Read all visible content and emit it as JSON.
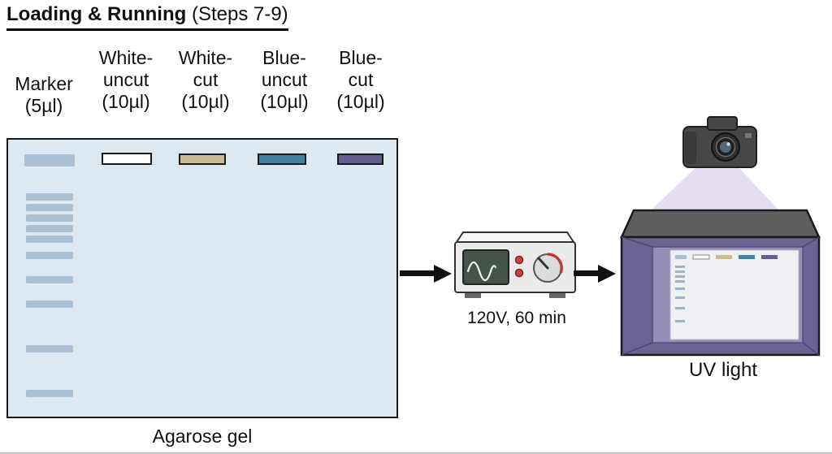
{
  "title": {
    "main": "Loading & Running",
    "suffix": " (Steps 7-9)"
  },
  "gel": {
    "label": "Agarose gel",
    "bg_color": "#dde8f1",
    "band_color": "#a9c0d5",
    "lanes": [
      {
        "name": "marker",
        "label": "Marker\n(5µl)",
        "well_color": "#a9c0d5"
      },
      {
        "name": "white-uncut",
        "label": "White-\nuncut\n(10µl)",
        "well_color": "#ffffff"
      },
      {
        "name": "white-cut",
        "label": "White-\ncut\n(10µl)",
        "well_color": "#c8ba92"
      },
      {
        "name": "blue-uncut",
        "label": "Blue-\nuncut\n(10µl)",
        "well_color": "#44819e"
      },
      {
        "name": "blue-cut",
        "label": "Blue-\ncut\n(10µl)",
        "well_color": "#645e90"
      }
    ]
  },
  "power_supply": {
    "label": "120V, 60 min"
  },
  "uv_chamber": {
    "label": "UV light"
  }
}
